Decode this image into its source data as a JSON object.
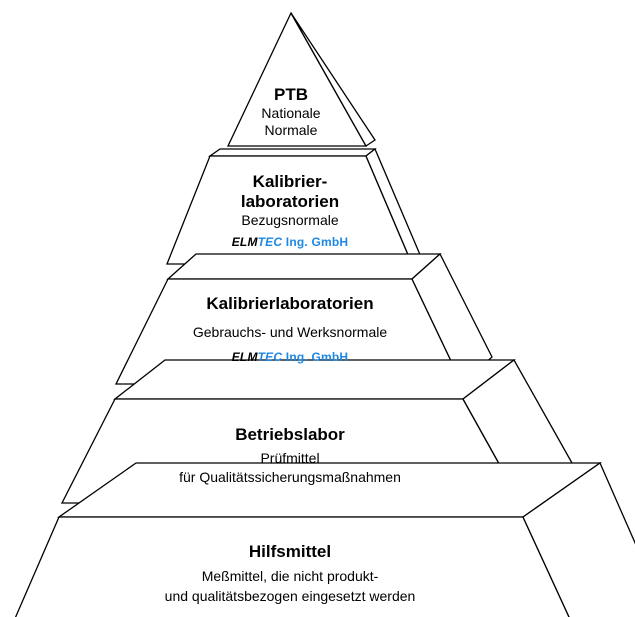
{
  "levels": [
    {
      "title": "PTB",
      "lines": [
        "Nationale",
        "Normale"
      ]
    },
    {
      "title_lines": [
        "Kalibrier-",
        "laboratorien"
      ],
      "lines": [
        "Bezugsnormale"
      ],
      "brand": {
        "elm": "ELM",
        "tec": "TEC",
        "rest": " Ing. GmbH"
      }
    },
    {
      "title": "Kalibrierlaboratorien",
      "lines": [
        "Gebrauchs- und Werksnormale"
      ],
      "brand": {
        "elm": "ELM",
        "tec": "TEC",
        "rest": " Ing. GmbH"
      }
    },
    {
      "title": "Betriebslabor",
      "lines": [
        "Prüfmittel",
        "für Qualitätssicherungsmaßnahmen"
      ]
    },
    {
      "title": "Hilfsmittel",
      "lines": [
        "Meßmittel, die nicht produkt-",
        "und qualitätsbezogen eingesetzt werden"
      ]
    }
  ],
  "colors": {
    "stroke": "#000000",
    "brand_dark": "#000000",
    "brand_accent": "#1e88e5"
  }
}
